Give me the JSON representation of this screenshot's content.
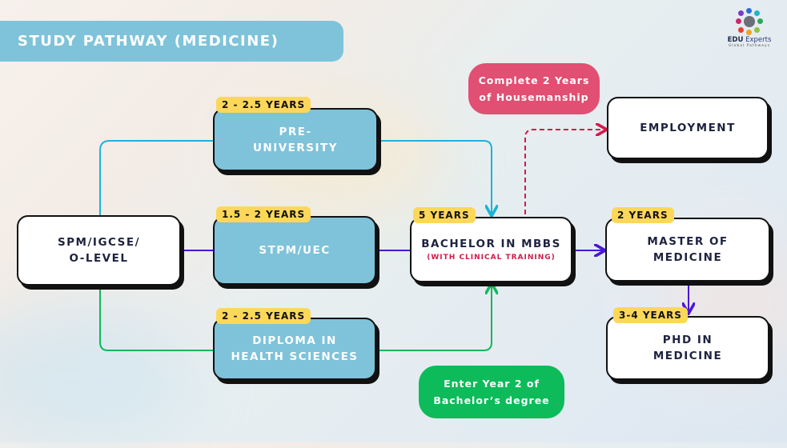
{
  "header": {
    "title": "STUDY PATHWAY (MEDICINE)"
  },
  "logo": {
    "name_bold": "EDU",
    "name_rest": " Experts",
    "tagline": "Global Pathways"
  },
  "nodes": {
    "start": {
      "line1": "SPM/IGCSE/",
      "line2": "O-LEVEL"
    },
    "pre_university": {
      "line1": "PRE-",
      "line2": "UNIVERSITY",
      "duration": "2 - 2.5 YEARS"
    },
    "stpm": {
      "line1": "STPM/UEC",
      "duration": "1.5 - 2 YEARS"
    },
    "diploma": {
      "line1": "DIPLOMA IN",
      "line2": "HEALTH SCIENCES",
      "duration": "2 - 2.5 YEARS"
    },
    "bachelor": {
      "line1": "BACHELOR IN MBBS",
      "sub": "(WITH CLINICAL TRAINING)",
      "duration": "5 YEARS"
    },
    "employment": {
      "line1": "EMPLOYMENT"
    },
    "master": {
      "line1": "MASTER OF",
      "line2": "MEDICINE",
      "duration": "2 YEARS"
    },
    "phd": {
      "line1": "PHD IN",
      "line2": "MEDICINE",
      "duration": "3-4 YEARS"
    }
  },
  "notes": {
    "housemanship": {
      "line1": "Complete 2 Years",
      "line2": "of Housemanship"
    },
    "year2": {
      "line1": "Enter Year 2 of",
      "line2": "Bachelor’s degree"
    }
  },
  "colors": {
    "title_bg": "#7ec3da",
    "blue_node": "#7ec3da",
    "badge": "#fcd75a",
    "line_cyan": "#1ab4d8",
    "line_purple": "#4a16d6",
    "line_green": "#12b85a",
    "line_red_dashed": "#d21a4a",
    "note_red": "#e14f72",
    "note_green": "#0dbb5a"
  }
}
